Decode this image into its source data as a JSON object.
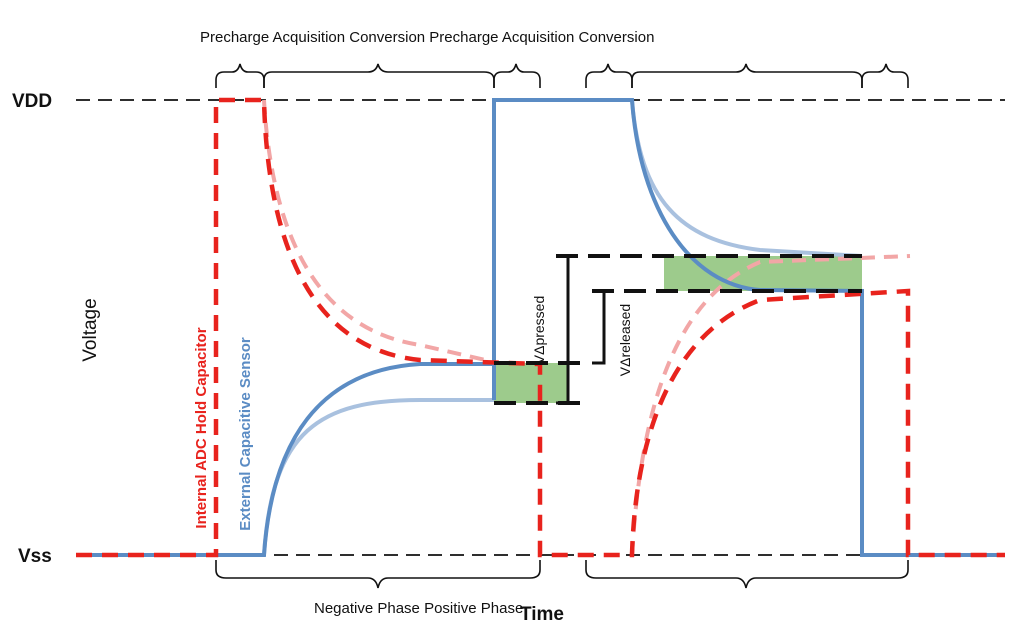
{
  "colors": {
    "red": "#e8231d",
    "light_red": "#f2a6a6",
    "blue": "#5b8cc4",
    "light_blue": "#a9c1df",
    "green": "#9dcb8c",
    "black": "#111111"
  },
  "labels": {
    "phase_row_top": "Precharge Acquisition Conversion Precharge Acquisition Conversion",
    "vdd": "VDD",
    "vss": "Vss",
    "voltage": "Voltage",
    "red_curve": "Internal ADC Hold Capacitor",
    "blue_curve": "External Capacitive Sensor",
    "v_delta_pressed": "VΔpressed",
    "v_delta_released": "VΔreleased",
    "phase_row_bottom": "Negative Phase Positive Phase",
    "time": "Time"
  }
}
